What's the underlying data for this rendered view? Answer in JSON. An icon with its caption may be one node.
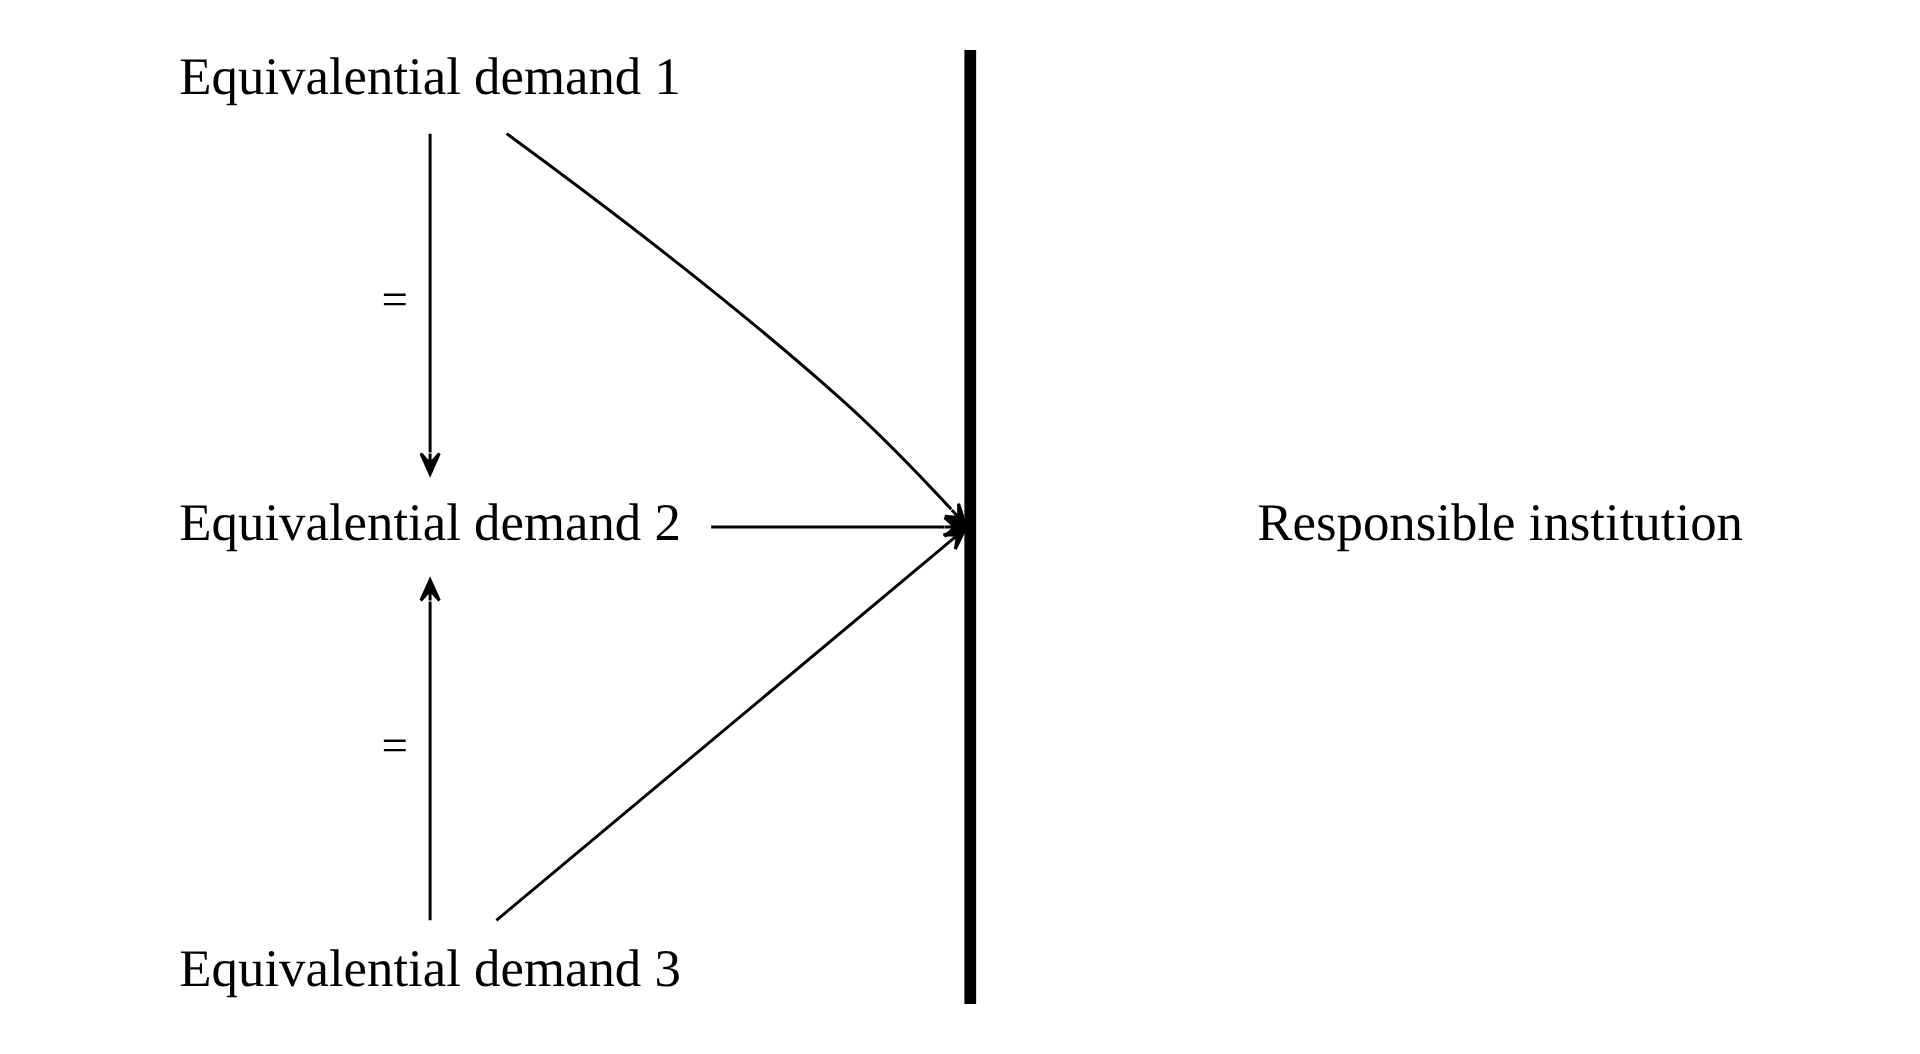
{
  "diagram": {
    "nodes": [
      {
        "text": [
          "Equivalential demand 1"
        ]
      },
      {
        "text": [
          "Equivalential demand 2"
        ]
      },
      {
        "text": [
          "Equivalential demand 3"
        ]
      },
      {
        "text": [],
        "shape": "bar"
      },
      {
        "text": [
          "Responsible institution"
        ]
      }
    ],
    "edges": [
      {
        "from": 0,
        "to": 3,
        "arrow": "to"
      },
      {
        "from": 0,
        "to": 1,
        "label": "=",
        "arrow": "to"
      },
      {
        "from": 1,
        "to": 3,
        "arrow": "to"
      },
      {
        "from": 2,
        "to": 1,
        "label": "=",
        "arrow": "to"
      },
      {
        "from": 2,
        "to": 3,
        "arrow": "to"
      }
    ]
  }
}
